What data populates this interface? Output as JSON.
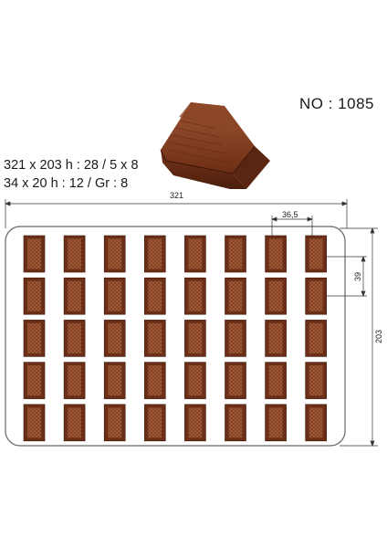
{
  "product": {
    "model_no": "NO : 1085",
    "spec_line_1": "321 x 203 h : 28 / 5 x 8",
    "spec_line_2": "34 x 20 h : 12 / Gr : 8"
  },
  "dimensions": {
    "overall_width": "321",
    "overall_height": "203",
    "cavity_pitch": "36,5",
    "row_pitch": "39"
  },
  "grid": {
    "rows": 5,
    "columns": 8
  },
  "colors": {
    "chocolate": "#6b2e17",
    "chocolate_light": "#9a5530",
    "tray_outline": "#555555"
  },
  "icons": {
    "product_render": "chocolate-bar-icon"
  }
}
